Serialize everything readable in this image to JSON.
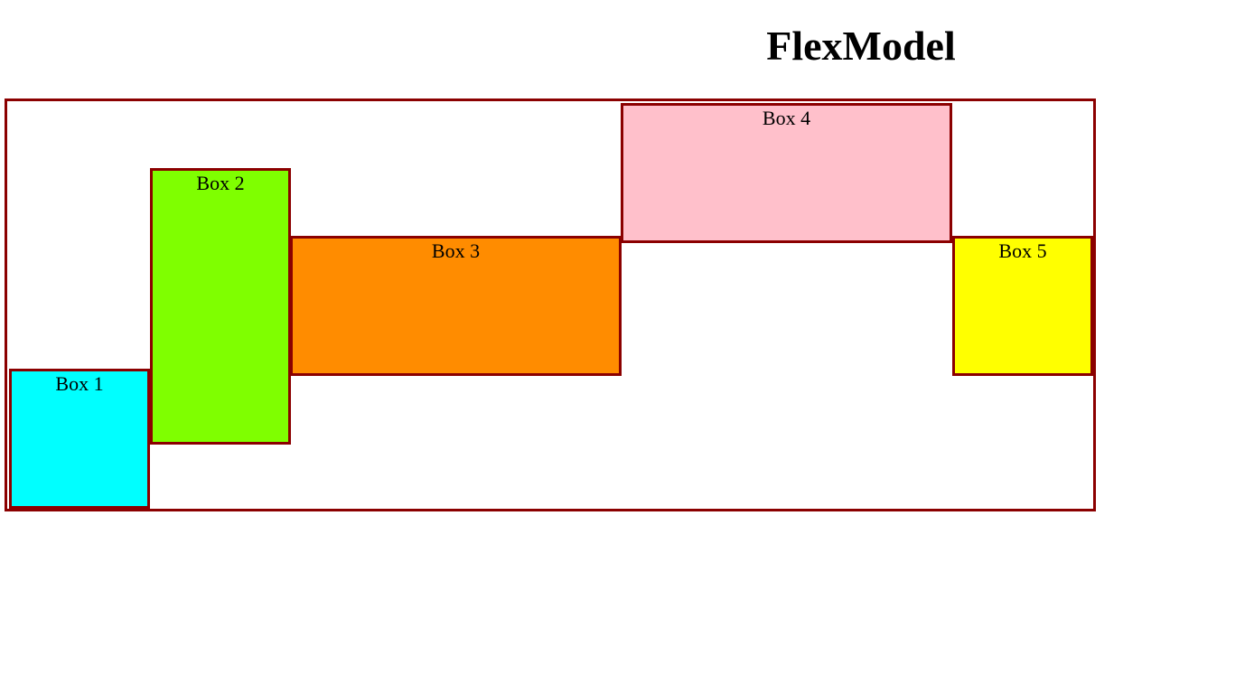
{
  "page": {
    "title": "FlexModel"
  },
  "boxes": [
    {
      "label": "Box 1",
      "color": "#00ffff"
    },
    {
      "label": "Box 2",
      "color": "#7fff00"
    },
    {
      "label": "Box 3",
      "color": "#ff8c00"
    },
    {
      "label": "Box 4",
      "color": "#ffc0cb"
    },
    {
      "label": "Box 5",
      "color": "#ffff00"
    }
  ],
  "theme": {
    "border_color": "#8b0000"
  }
}
